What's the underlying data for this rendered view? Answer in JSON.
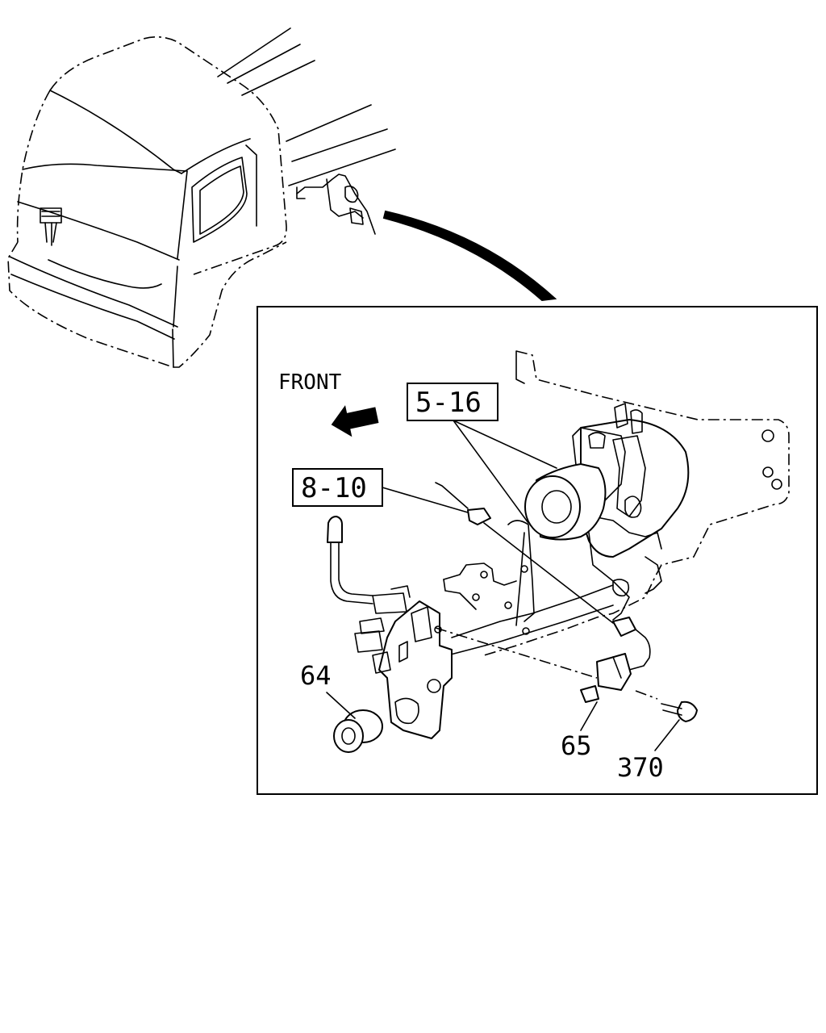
{
  "diagram": {
    "front_label": "FRONT",
    "refs": {
      "ref_5_16": "5-16",
      "ref_8_10": "8-10"
    },
    "parts": {
      "p64": "64",
      "p65": "65",
      "p370": "370"
    }
  }
}
